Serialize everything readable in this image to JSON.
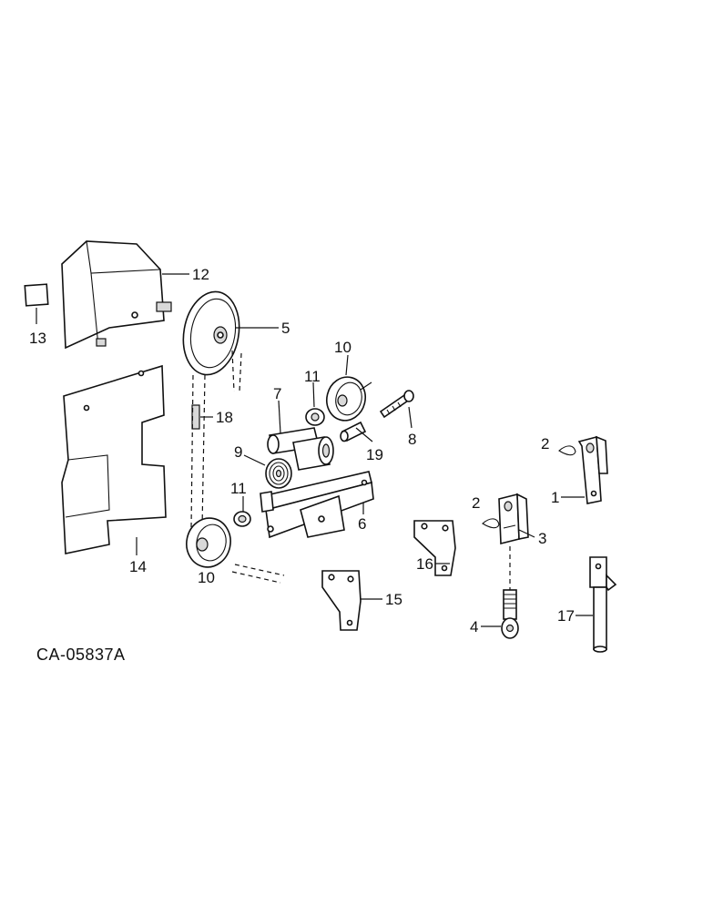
{
  "diagram": {
    "figure_code": "CA-05837A",
    "callouts": {
      "c1": "1",
      "c2a": "2",
      "c2b": "2",
      "c3": "3",
      "c4": "4",
      "c5": "5",
      "c6": "6",
      "c7": "7",
      "c8": "8",
      "c9": "9",
      "c10a": "10",
      "c10b": "10",
      "c11a": "11",
      "c11b": "11",
      "c12": "12",
      "c13": "13",
      "c14": "14",
      "c15": "15",
      "c16": "16",
      "c17": "17",
      "c18": "18",
      "c19": "19"
    }
  }
}
